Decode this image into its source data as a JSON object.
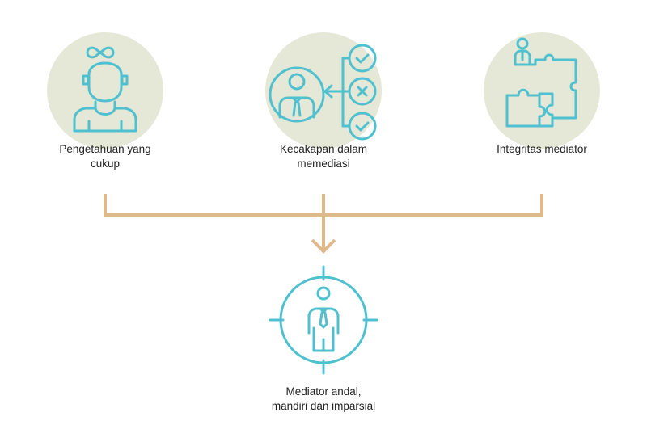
{
  "colors": {
    "icon_stroke": "#4fc0cf",
    "blob_fill": "#e5e8d6",
    "connector": "#deb98b",
    "text": "#222222"
  },
  "nodes": [
    {
      "id": "knowledge",
      "icon": "person-with-infinity-icon",
      "label_lines": [
        "Pengetahuan yang",
        "cukup"
      ]
    },
    {
      "id": "skill",
      "icon": "person-checklist-icon",
      "label_lines": [
        "Kecakapan dalam",
        "memediasi"
      ]
    },
    {
      "id": "integrity",
      "icon": "person-puzzle-icon",
      "label_lines": [
        "Integritas mediator"
      ]
    }
  ],
  "result": {
    "id": "outcome",
    "icon": "person-target-icon",
    "label_lines": [
      "Mediator andal,",
      "mandiri dan imparsial"
    ]
  }
}
